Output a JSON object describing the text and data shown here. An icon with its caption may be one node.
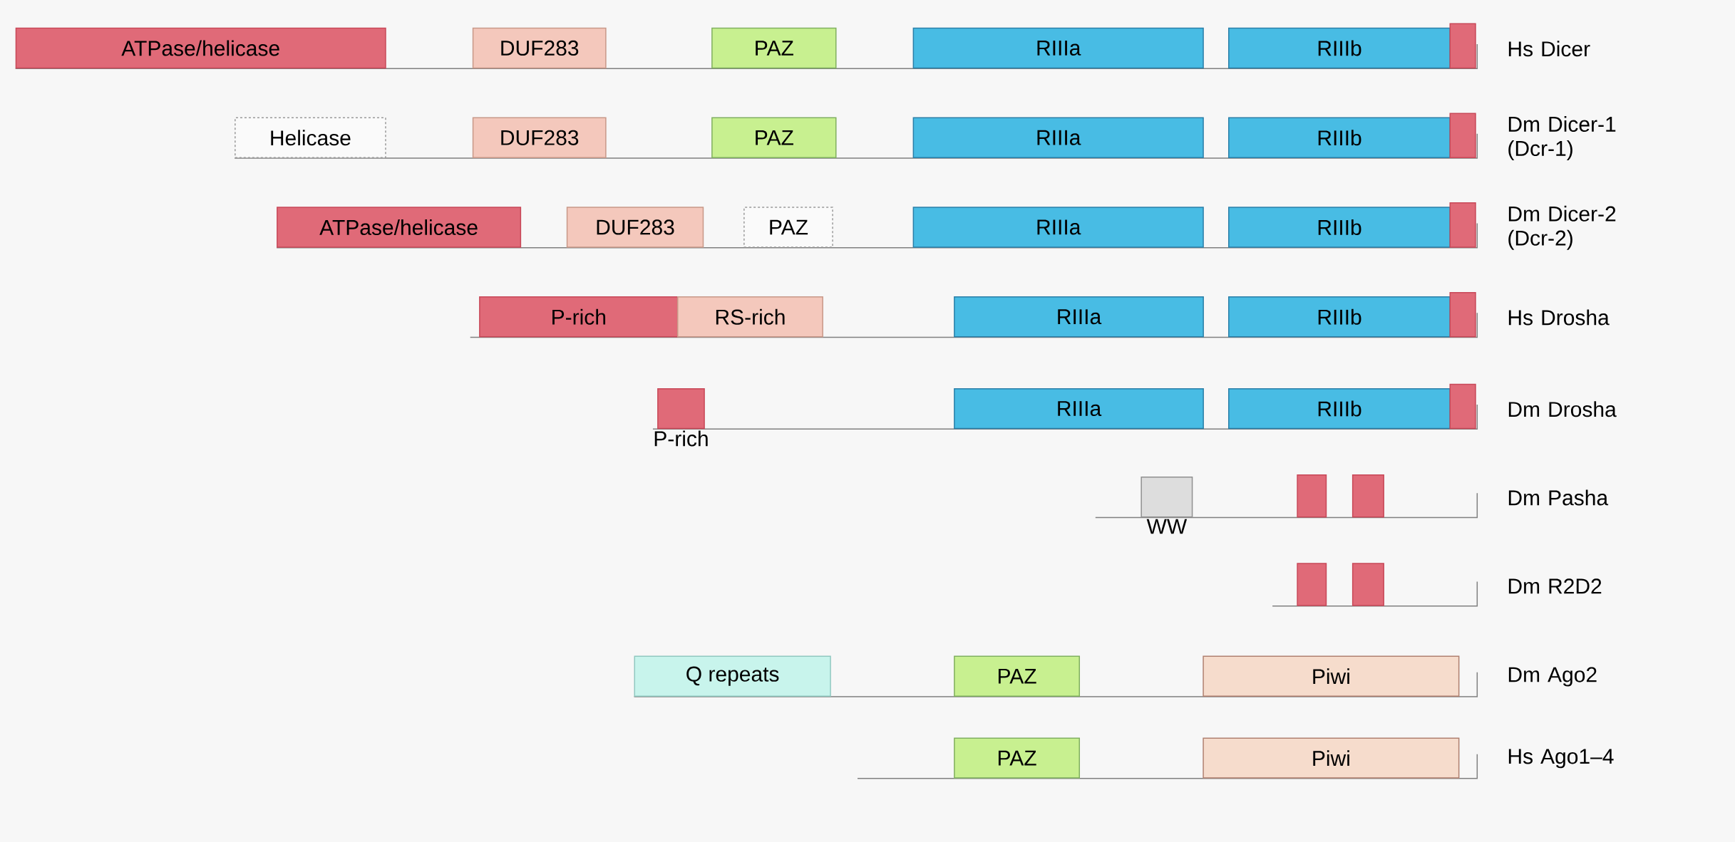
{
  "diagram": {
    "nodes": [
      {
        "text": [
          "ATPase/helicase"
        ]
      },
      {
        "text": [
          "DUF283"
        ]
      },
      {
        "text": [
          "PAZ"
        ]
      },
      {
        "text": [
          "RIIIa"
        ]
      },
      {
        "text": [
          "RIIIb"
        ]
      },
      {
        "text": [],
        "shape": "box"
      },
      {
        "text": [
          "Helicase"
        ]
      },
      {
        "text": [
          "DUF283"
        ]
      },
      {
        "text": [
          "PAZ"
        ]
      },
      {
        "text": [
          "RIIIa"
        ]
      },
      {
        "text": [
          "RIIIb"
        ]
      },
      {
        "text": [],
        "shape": "box"
      },
      {
        "text": [
          "ATPase/helicase"
        ]
      },
      {
        "text": [
          "DUF283"
        ]
      },
      {
        "text": [
          "PAZ"
        ]
      },
      {
        "text": [
          "RIIIa"
        ]
      },
      {
        "text": [
          "RIIIb"
        ]
      },
      {
        "text": [],
        "shape": "box"
      },
      {
        "text": [
          "P-rich"
        ]
      },
      {
        "text": [
          "RS-rich"
        ]
      },
      {
        "text": [
          "RIIIa"
        ]
      },
      {
        "text": [
          "RIIIb"
        ]
      },
      {
        "text": [],
        "shape": "box"
      },
      {
        "text": [
          "P-rich"
        ]
      },
      {
        "text": [
          "RIIIa"
        ]
      },
      {
        "text": [
          "RIIIb"
        ]
      },
      {
        "text": [],
        "shape": "box"
      },
      {
        "text": [
          "WW"
        ]
      },
      {
        "text": [],
        "shape": "box"
      },
      {
        "text": [],
        "shape": "box"
      },
      {
        "text": [],
        "shape": "box"
      },
      {
        "text": [],
        "shape": "box"
      },
      {
        "text": [
          "Q repeats"
        ]
      },
      {
        "text": [
          "PAZ"
        ]
      },
      {
        "text": [
          "Piwi"
        ]
      },
      {
        "text": [
          "PAZ"
        ]
      },
      {
        "text": [
          "Piwi"
        ]
      }
    ],
    "labels": [
      "Hs Dicer",
      "Dm Dicer-1 (Dcr-1)",
      "Dm Dicer-2 (Dcr-2)",
      "Hs Drosha",
      "Dm Drosha",
      "Dm Pasha",
      "Dm R2D2",
      "Dm Ago2",
      "Hs Ago1–4"
    ]
  }
}
